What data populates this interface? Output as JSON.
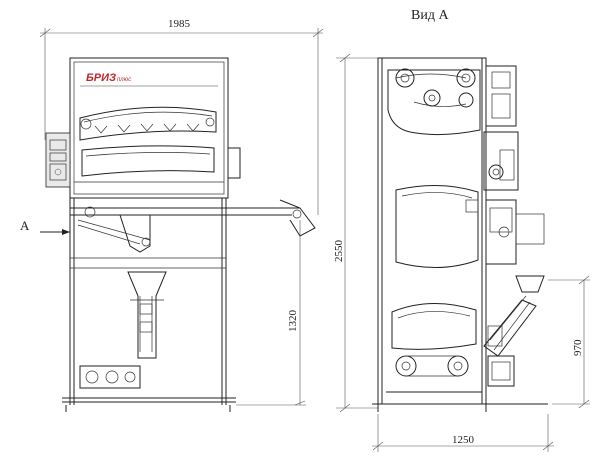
{
  "view_label": "Вид А",
  "arrow_label": "А",
  "brand": {
    "name": "БРИЗ",
    "suffix": "плюс",
    "color": "#c0282d"
  },
  "dimensions": {
    "total_width": "1985",
    "total_height": "2550",
    "feed_height": "1320",
    "side_width": "1250",
    "outlet_height": "970"
  }
}
